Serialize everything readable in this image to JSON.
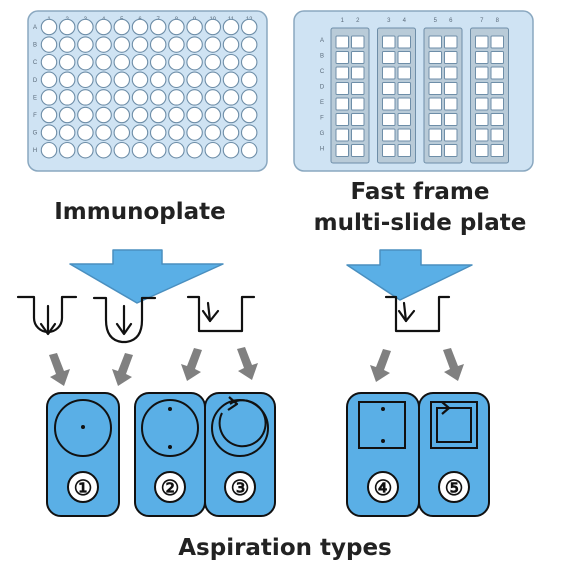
{
  "captions": {
    "immunoplate": "Immunoplate",
    "fast_frame_line1": "Fast frame",
    "fast_frame_line2": "multi-slide plate",
    "aspiration_types": "Aspiration types"
  },
  "immunoplate": {
    "columns": [
      "1",
      "2",
      "3",
      "4",
      "5",
      "6",
      "7",
      "8",
      "9",
      "10",
      "11",
      "12"
    ],
    "rows": [
      "A",
      "B",
      "C",
      "D",
      "E",
      "F",
      "G",
      "H"
    ]
  },
  "fast_frame_plate": {
    "columns": [
      "1",
      "2",
      "3",
      "4",
      "5",
      "6",
      "7",
      "8"
    ],
    "rows": [
      "A",
      "B",
      "C",
      "D",
      "E",
      "F",
      "G",
      "H"
    ],
    "slides": 4
  },
  "aspiration_types": [
    "①",
    "②",
    "③",
    "④",
    "⑤"
  ],
  "colors": {
    "plate_fill": "#cfe3f3",
    "plate_border": "#8aa8c0",
    "well_fill": "#ffffff",
    "well_stroke": "#6e8ea8",
    "arrow_fill": "#5aafe6",
    "arrow_stroke": "#4a8fbf",
    "tile_fill": "#5aafe6",
    "grey_arrow": "#808080"
  }
}
